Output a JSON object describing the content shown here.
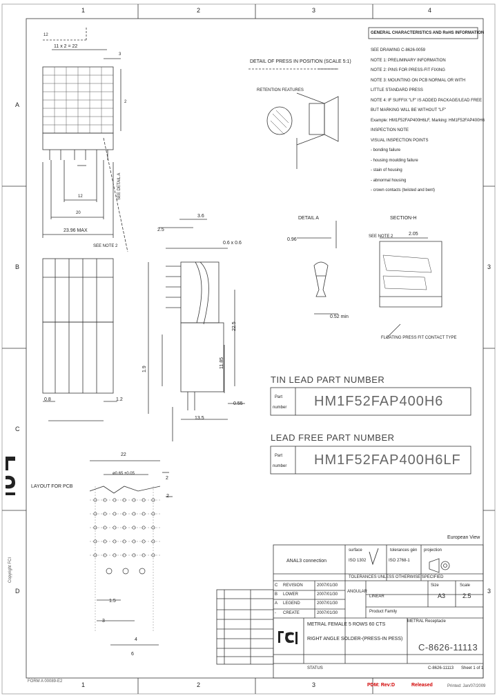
{
  "border": {
    "cols": [
      "1",
      "2",
      "3",
      "4"
    ],
    "rows": [
      "A",
      "B",
      "C",
      "D"
    ],
    "cols_bottom": [
      "1",
      "2",
      "3"
    ],
    "rows_right": [
      "3",
      "3"
    ]
  },
  "notes": {
    "title": "GENERAL CHARACTERISTICS AND RoHS INFORMATION",
    "lines": [
      "SEE DRAWING C-8626-0059",
      "NOTE 1: PRELIMINARY INFORMATION",
      "NOTE 2: PINS FOR PRESS-FIT FIXING",
      "NOTE 3: MOUNTING ON PCB NORMAL OR WITH",
      "LITTLE STANDARD PRESS",
      "NOTE 4: IF SUFFIX \"LF\" IS ADDED PACKAGE/LEAD FREE",
      "BUT MARKING WILL BE WITHOUT \"LF\"",
      "Example: HM1F52FAP400H6LF, Marking: HM1F52FAP400H6",
      "INSPECTION NOTE",
      "VISUAL INSPECTION POINTS",
      "- bonding failure",
      "- housing moulding failure",
      "- stain of housing",
      "- abnormal housing",
      "- crown contacts (twisted and bent)"
    ]
  },
  "labels": {
    "detail_press": "DETAIL OF PRESS IN POSITION (SCALE 5:1)",
    "retention": "RETENTION FEATURES",
    "detail_a": "DETAIL A",
    "section": "SECTION-H",
    "see_note_1": "SEE NOTE 2",
    "see_note_2": "SEE NOTE 2",
    "see_detail_a": "SEE DETAIL A",
    "layout": "LAYOUT FOR PCB",
    "tin_lead_title": "TIN LEAD PART NUMBER",
    "lead_free_title": "LEAD FREE PART NUMBER",
    "part_label_1": "Part",
    "part_label_2": "number",
    "part_tin": "HM1F52FAP400H6",
    "part_lf": "HM1F52FAP400H6LF",
    "floating": "FLOATING PRESS FIT CONTACT TYPE",
    "european": "European View"
  },
  "dims": {
    "d1": "12",
    "d2": "11 x 2 = 22",
    "d3": "3",
    "d4": "2",
    "d5": "23.96 MAX",
    "d6": "20",
    "d7": "12",
    "d8": "2.5",
    "d9": "3.6",
    "d10": "0.6 x 0.6",
    "d11": "1.9",
    "d12": "0.8",
    "d13": "1.2",
    "d14": "13.5",
    "d15": "0.55",
    "d16": "22.5",
    "d17": "11.85",
    "d18": "0.96",
    "d19": "2.05",
    "d20": "0.52 min",
    "d21": "22",
    "d22": "ø0.65 ±0.05",
    "d23": "2",
    "d24": "1.5",
    "d25": "2",
    "d26": "3",
    "d27": "4",
    "d28": "6"
  },
  "title_block": {
    "title": "ANAL3 connection",
    "surface": "surface",
    "tol_gen": "tolerances gén",
    "projection": "projection",
    "iso": "ISO 1302",
    "iso2": "ISO 2768-1",
    "warn": "TOLERANCES UNLESS OTHERWISE SPECIFIED",
    "angular": "ANGULAR",
    "linear": "LINEAR",
    "size": "A3",
    "scale": "2.5",
    "size_label": "Size",
    "scale_label": "Scale",
    "product": "Product Family",
    "metral": "METRAL  Receptacle",
    "desc1": "METRAL FEMALE 5 ROWS 60 CTS",
    "desc2": "RIGHT ANGLE SOLDER-(PRESS-IN PESS)",
    "doc_no": "C-8626-11113",
    "sheet": "C-8626-11113",
    "sheet_of": "Sheet 1 of 1",
    "rev_rows": [
      [
        "C",
        "REVISION"
      ],
      [
        "B",
        "LOWER"
      ],
      [
        "A",
        "LEGEND"
      ],
      [
        "-",
        "CREATE"
      ]
    ],
    "dates": [
      "2007/01/30",
      "2007/01/30",
      "2007/01/30",
      "2007/01/30"
    ],
    "pdm": "PDM: Rev:D",
    "released": "Released",
    "status": "STATUS",
    "printed": "Printed: Jan/07/2009",
    "form": "FORM A 00089-E2",
    "copyright": "Copyright FCI",
    "fci": "FCI"
  }
}
